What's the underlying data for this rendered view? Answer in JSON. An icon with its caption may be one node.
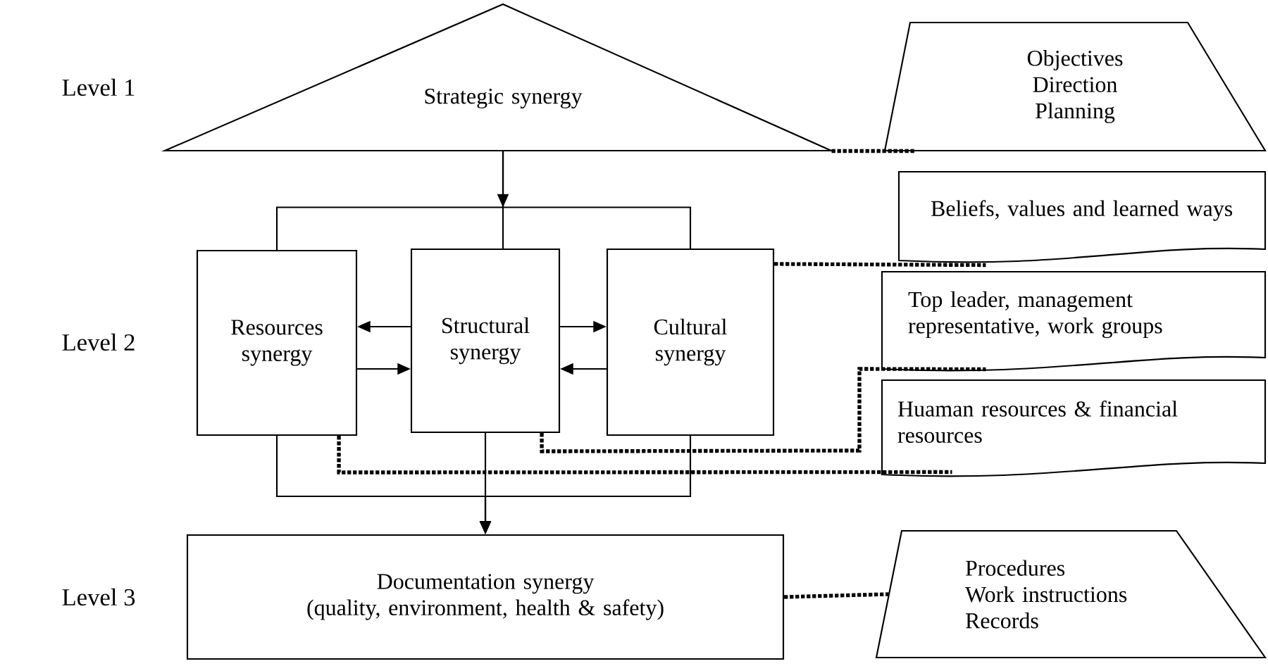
{
  "diagram": {
    "nodes": [
      {
        "text": [
          "Strategic synergy"
        ]
      },
      {
        "text": [
          "Objectives",
          "Direction",
          "Planning"
        ]
      },
      {
        "text": [
          "Beliefs, values and learned ways"
        ]
      },
      {
        "text": [
          "Resources synergy"
        ]
      },
      {
        "text": [
          "Structural synergy"
        ]
      },
      {
        "text": [
          "Cultural synergy"
        ]
      },
      {
        "text": [
          "Top leader, management representative, work groups"
        ]
      },
      {
        "text": [
          "Huaman resources & financial resources"
        ]
      },
      {
        "text": [
          "Documentation synergy",
          "(quality, environment, health & safety)"
        ]
      },
      {
        "text": [
          "Procedures",
          "Work instructions",
          "Records"
        ]
      }
    ],
    "edges": [
      {
        "from": 0,
        "to": 3,
        "arrow": "none"
      },
      {
        "from": 0,
        "to": 4,
        "arrow": "to"
      },
      {
        "from": 0,
        "to": 5,
        "arrow": "none"
      },
      {
        "from": 4,
        "to": 3,
        "arrow": "to"
      },
      {
        "from": 3,
        "to": 4,
        "arrow": "to"
      },
      {
        "from": 4,
        "to": 5,
        "arrow": "to"
      },
      {
        "from": 5,
        "to": 4,
        "arrow": "to"
      },
      {
        "from": 3,
        "to": 8,
        "arrow": "to"
      },
      {
        "from": 4,
        "to": 8,
        "arrow": "to"
      },
      {
        "from": 5,
        "to": 8,
        "arrow": "to"
      },
      {
        "from": 0,
        "to": 1,
        "arrow": "none",
        "style": "dashed"
      },
      {
        "from": 5,
        "to": 2,
        "arrow": "none",
        "style": "dashed"
      },
      {
        "from": 4,
        "to": 6,
        "arrow": "none",
        "style": "dashed"
      },
      {
        "from": 3,
        "to": 7,
        "arrow": "none",
        "style": "dashed"
      },
      {
        "from": 8,
        "to": 9,
        "arrow": "none",
        "style": "dashed"
      }
    ],
    "labels": [
      "Level 1",
      "Level 2",
      "Level 3"
    ]
  }
}
